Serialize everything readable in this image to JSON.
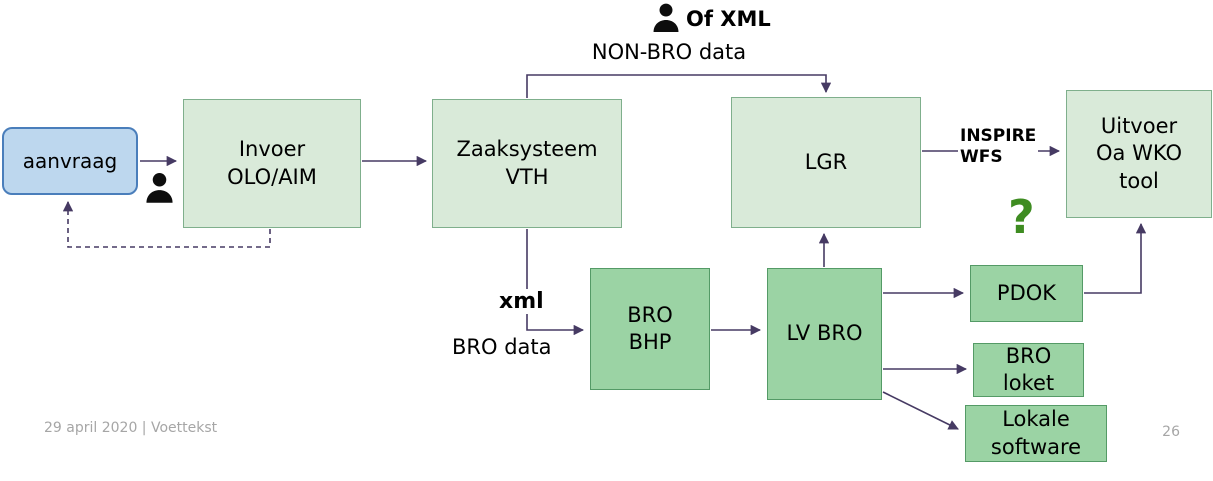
{
  "nodes": {
    "aanvraag": "aanvraag",
    "invoer": "Invoer\nOLO/AIM",
    "zaaksysteem": "Zaaksysteem\nVTH",
    "lgr": "LGR",
    "uitvoer": "Uitvoer\nOa WKO\ntool",
    "bro_bhp": "BRO\nBHP",
    "lv_bro": "LV BRO",
    "pdok": "PDOK",
    "bro_loket": "BRO\nloket",
    "lokale_software": "Lokale\nsoftware"
  },
  "annotations": {
    "of_xml": "Of XML",
    "non_bro_data": "NON-BRO data",
    "inspire_wfs": "INSPIRE\nWFS",
    "xml": "xml",
    "bro_data": "BRO data",
    "question_mark": "?"
  },
  "icons": {
    "top": "person-icon",
    "left": "person-icon"
  },
  "footer": {
    "left": "29 april 2020 | Voettekst",
    "page_number": "26"
  },
  "colors": {
    "light_green_fill": "#d9ead9",
    "light_green_border": "#7faf8c",
    "medium_green_fill": "#9bd3a4",
    "medium_green_border": "#549a66",
    "blue_fill": "#bdd7ee",
    "blue_border": "#4a7ebb",
    "connector": "#463a63",
    "question_green": "#3e8c21",
    "footer_gray": "#a6a6a6"
  }
}
